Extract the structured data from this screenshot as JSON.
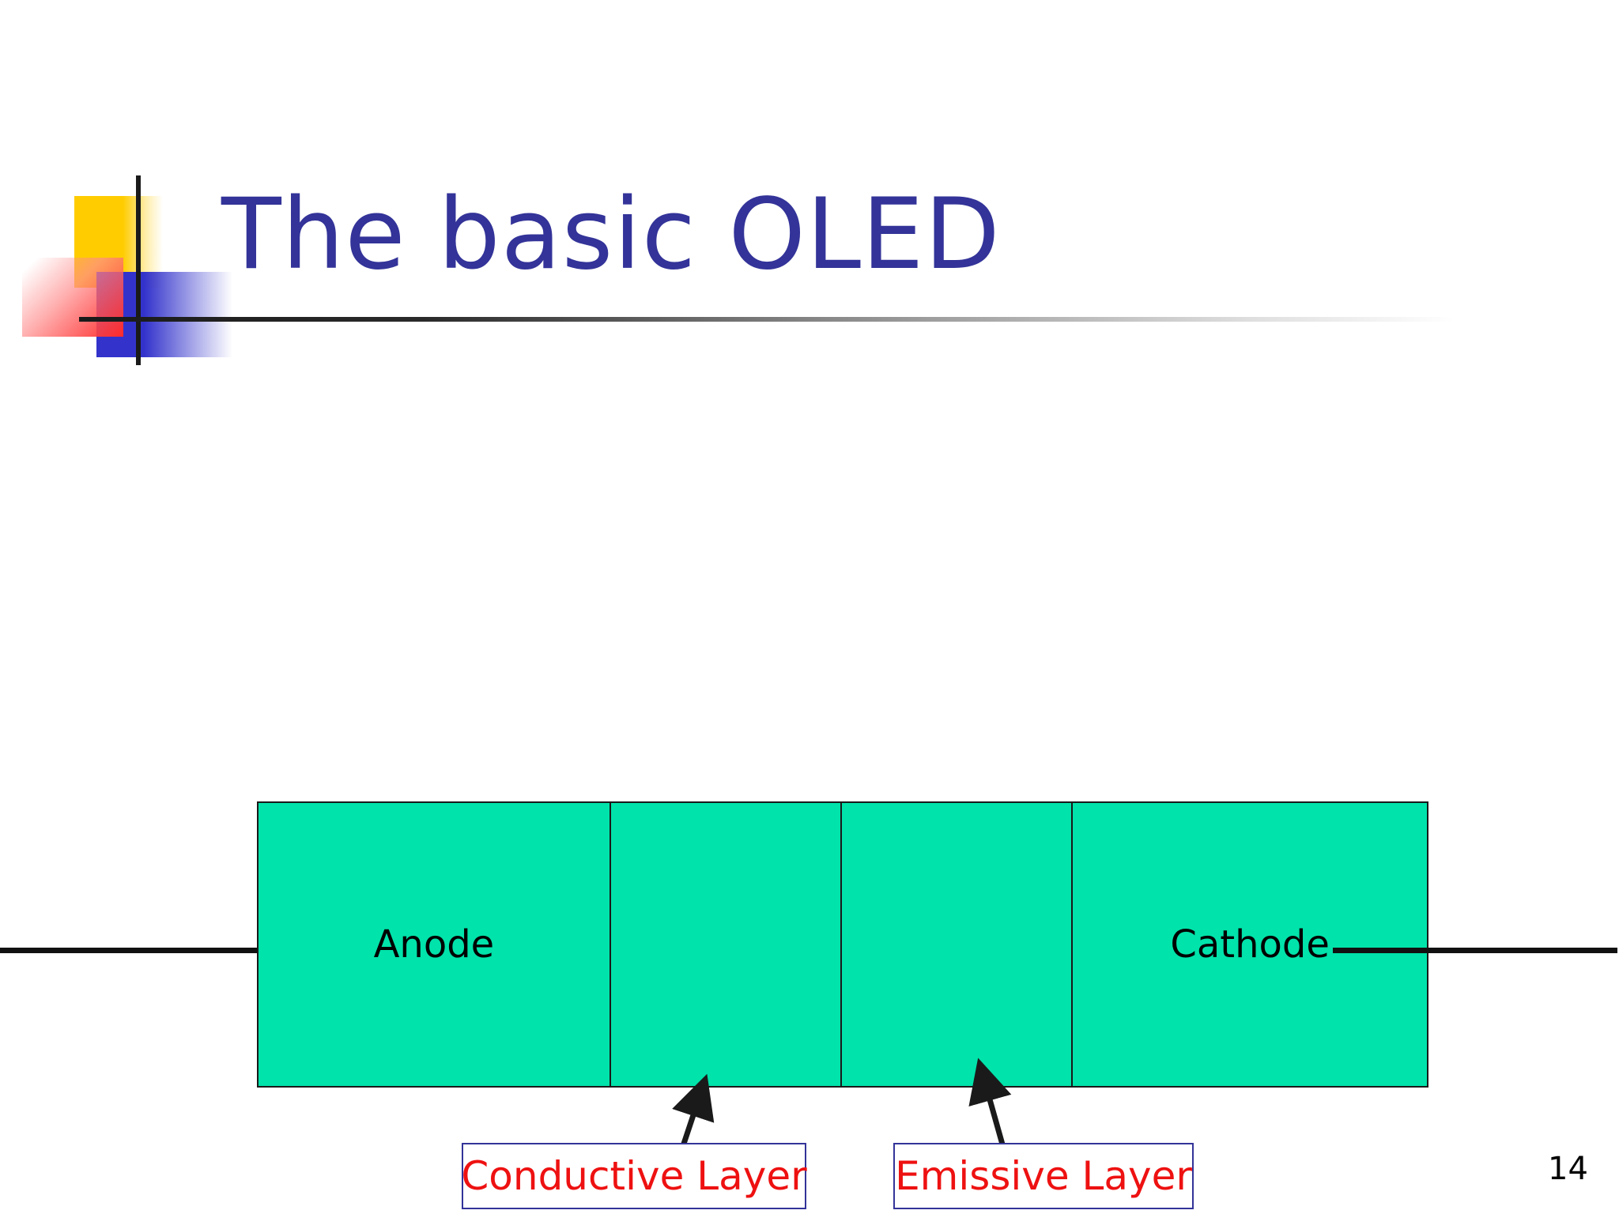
{
  "slide": {
    "title": "The basic OLED",
    "page_number": "14"
  },
  "diagram": {
    "layers": [
      {
        "name": "anode",
        "label": "Anode"
      },
      {
        "name": "conductive",
        "label": ""
      },
      {
        "name": "emissive",
        "label": ""
      },
      {
        "name": "cathode",
        "label": "Cathode"
      }
    ],
    "callouts": {
      "conductive": "Conductive Layer",
      "emissive": "Emissive Layer"
    }
  },
  "colors": {
    "title": "#333399",
    "layer_fill": "#00e3aa",
    "callout_text": "#ee1111",
    "callout_border": "#333399"
  }
}
